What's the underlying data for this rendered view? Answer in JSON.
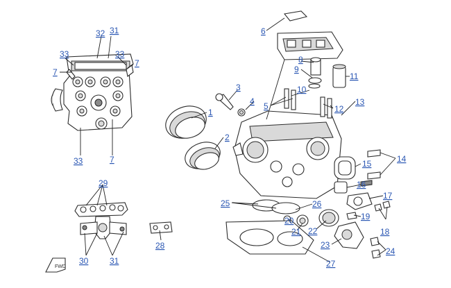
{
  "diagram": {
    "callouts": [
      {
        "id": "c1",
        "label": "1"
      },
      {
        "id": "c2",
        "label": "2"
      },
      {
        "id": "c3",
        "label": "3"
      },
      {
        "id": "c4",
        "label": "4"
      },
      {
        "id": "c5",
        "label": "5"
      },
      {
        "id": "c6",
        "label": "6"
      },
      {
        "id": "c7a",
        "label": "7"
      },
      {
        "id": "c7b",
        "label": "7"
      },
      {
        "id": "c7c",
        "label": "7"
      },
      {
        "id": "c8",
        "label": "8"
      },
      {
        "id": "c9",
        "label": "9"
      },
      {
        "id": "c10",
        "label": "10"
      },
      {
        "id": "c11",
        "label": "11"
      },
      {
        "id": "c12",
        "label": "12"
      },
      {
        "id": "c13",
        "label": "13"
      },
      {
        "id": "c14",
        "label": "14"
      },
      {
        "id": "c15",
        "label": "15"
      },
      {
        "id": "c16",
        "label": "16"
      },
      {
        "id": "c17",
        "label": "17"
      },
      {
        "id": "c18",
        "label": "18"
      },
      {
        "id": "c19",
        "label": "19"
      },
      {
        "id": "c20",
        "label": "20"
      },
      {
        "id": "c21",
        "label": "21"
      },
      {
        "id": "c22",
        "label": "22"
      },
      {
        "id": "c23",
        "label": "23"
      },
      {
        "id": "c24",
        "label": "24"
      },
      {
        "id": "c25",
        "label": "25"
      },
      {
        "id": "c26",
        "label": "26"
      },
      {
        "id": "c27",
        "label": "27"
      },
      {
        "id": "c28",
        "label": "28"
      },
      {
        "id": "c29",
        "label": "29"
      },
      {
        "id": "c30",
        "label": "30"
      },
      {
        "id": "c31a",
        "label": "31"
      },
      {
        "id": "c31b",
        "label": "31"
      },
      {
        "id": "c32",
        "label": "32"
      },
      {
        "id": "c33a",
        "label": "33"
      },
      {
        "id": "c33b",
        "label": "33"
      },
      {
        "id": "c33c",
        "label": "33"
      }
    ],
    "orientation_marker": "FWD",
    "colors": {
      "callout": "#2b57b3",
      "line": "#2b2b2b",
      "shade": "#d9d9d9"
    }
  }
}
